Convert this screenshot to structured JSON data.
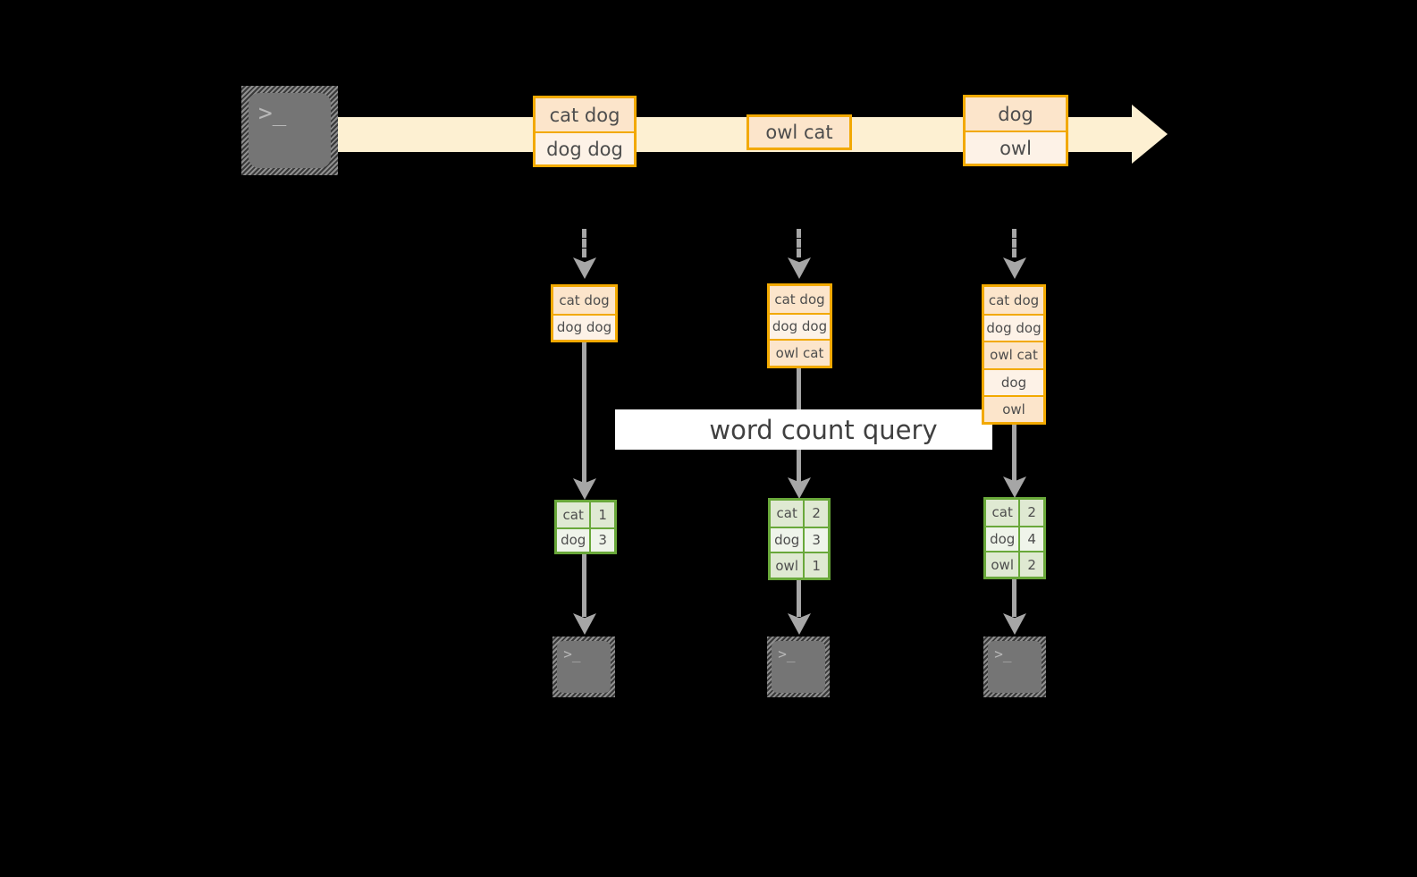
{
  "diagram": {
    "title_label": "word count query",
    "colors": {
      "background": "#000000",
      "stream_fill": "#fdf0d2",
      "record_border": "#f2a900",
      "record_fill_dark": "#fce5cb",
      "record_fill_light": "#fdf2e7",
      "result_border": "#69a83a",
      "result_fill_dark": "#dfe9d2",
      "result_fill_light": "#eff4ea",
      "connector": "#a6a6a6",
      "terminal_fill": "#757575",
      "label_band": "#ffffff"
    },
    "source_terminal": {
      "icon": "terminal-icon",
      "prompt": ">_"
    },
    "stream": {
      "icon": "right-arrow-icon",
      "records": [
        {
          "lines": [
            "cat dog",
            "dog dog"
          ]
        },
        {
          "lines": [
            "owl cat"
          ]
        },
        {
          "lines": [
            "dog",
            "owl"
          ]
        }
      ]
    },
    "snapshots": [
      {
        "name": "snapshot-1",
        "input_lines": [
          "cat dog",
          "dog dog"
        ],
        "result_headerless_rows": [
          {
            "word": "cat",
            "count": "1"
          },
          {
            "word": "dog",
            "count": "3"
          }
        ],
        "sink_terminal": {
          "icon": "terminal-icon",
          "prompt": ">_"
        }
      },
      {
        "name": "snapshot-2",
        "input_lines": [
          "cat dog",
          "dog dog",
          "owl cat"
        ],
        "result_headerless_rows": [
          {
            "word": "cat",
            "count": "2"
          },
          {
            "word": "dog",
            "count": "3"
          },
          {
            "word": "owl",
            "count": "1"
          }
        ],
        "sink_terminal": {
          "icon": "terminal-icon",
          "prompt": ">_"
        }
      },
      {
        "name": "snapshot-3",
        "input_lines": [
          "cat dog",
          "dog dog",
          "owl cat",
          "dog",
          "owl"
        ],
        "result_headerless_rows": [
          {
            "word": "cat",
            "count": "2"
          },
          {
            "word": "dog",
            "count": "4"
          },
          {
            "word": "owl",
            "count": "2"
          }
        ],
        "sink_terminal": {
          "icon": "terminal-icon",
          "prompt": ">_"
        }
      }
    ]
  }
}
